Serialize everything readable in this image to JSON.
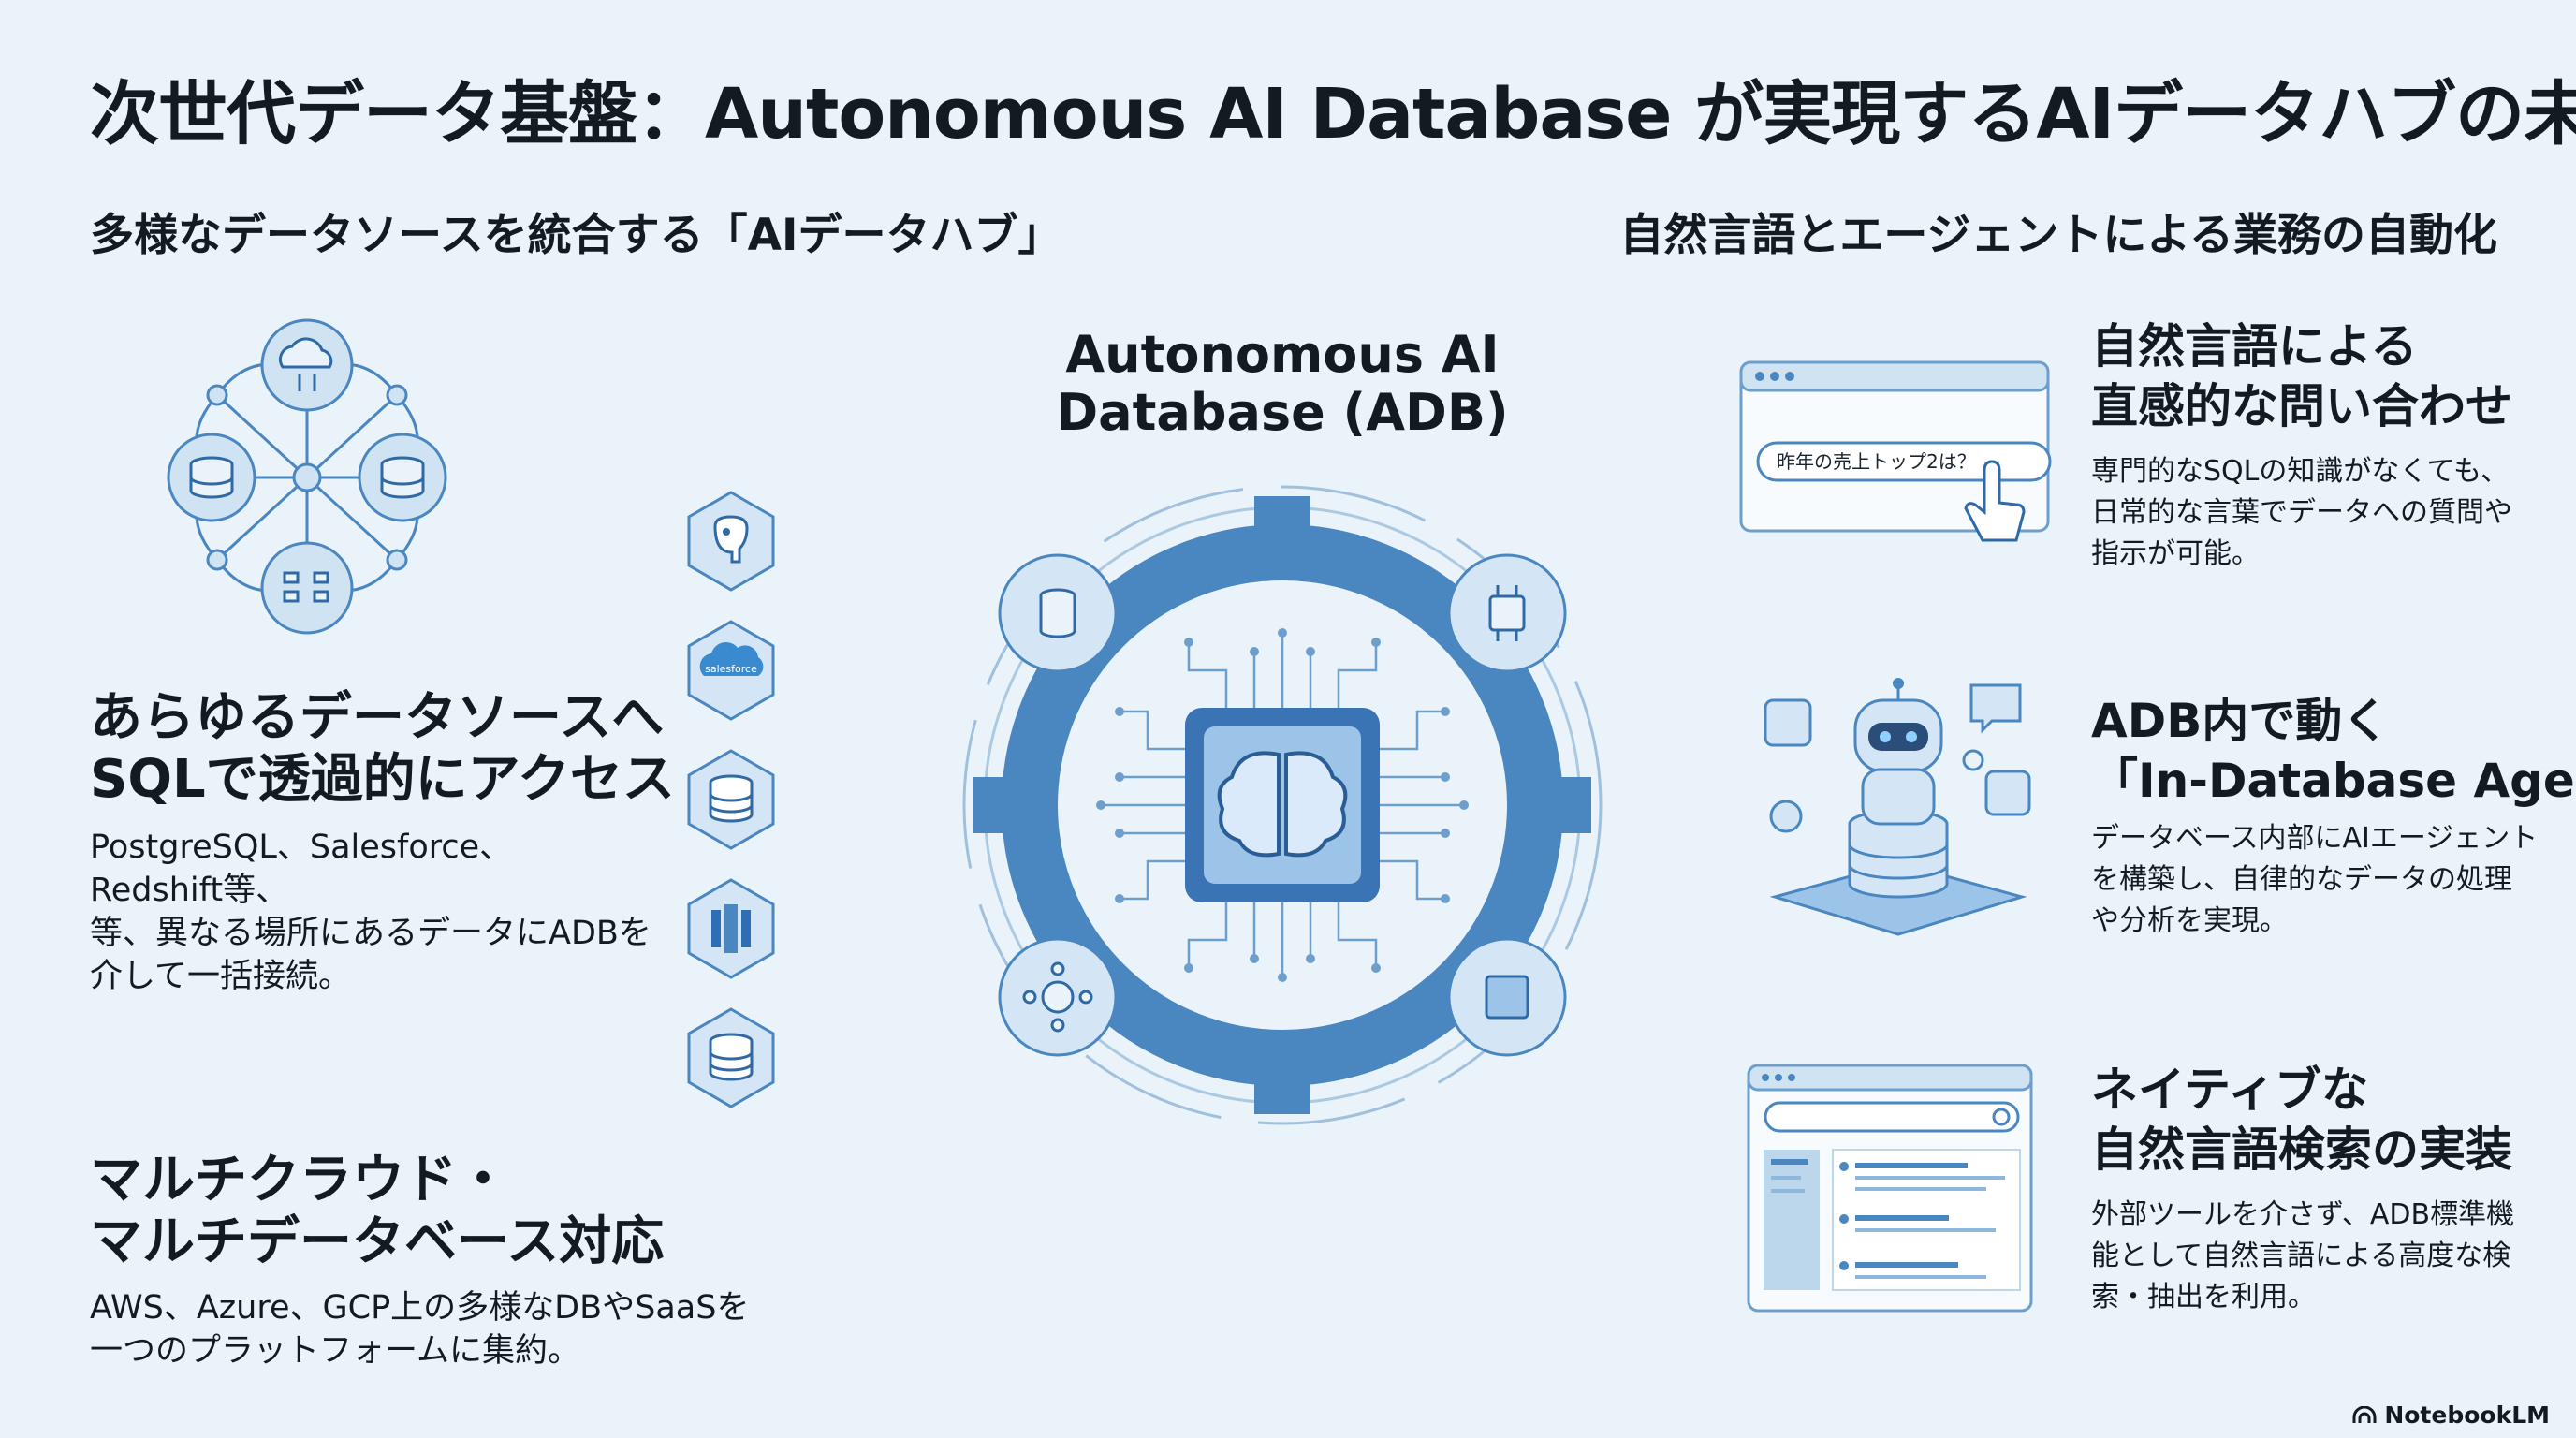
{
  "title": "次世代データ基盤：Autonomous AI Database が実現するAIデータハブの未来",
  "left": {
    "heading": "多様なデータソースを統合する「AIデータハブ」",
    "block1": {
      "title_lines": [
        "あらゆるデータソースへ",
        "SQLで透過的にアクセス"
      ],
      "body_lines": [
        "PostgreSQL、Salesforce、",
        "Redshift等、",
        "等、異なる場所にあるデータにADBを",
        "介して一括接続。"
      ]
    },
    "block2": {
      "title_lines": [
        "マルチクラウド・",
        "マルチデータベース対応"
      ],
      "body_lines": [
        "AWS、Azure、GCP上の多様なDBやSaaSを",
        "一つのプラットフォームに集約。"
      ]
    },
    "hex_icons": [
      "postgresql-icon",
      "salesforce-icon",
      "database-icon",
      "redshift-icon",
      "database-icon"
    ],
    "salesforce_label": "salesforce"
  },
  "center": {
    "title_lines": [
      "Autonomous AI",
      "Database (ADB)"
    ]
  },
  "right": {
    "heading": "自然言語とエージェントによる業務の自動化",
    "feature1": {
      "title_lines": [
        "自然言語による",
        "直感的な問い合わせ"
      ],
      "body_lines": [
        "専門的なSQLの知識がなくても、",
        "日常的な言葉でデータへの質問や",
        "指示が可能。"
      ],
      "query_text": "昨年の売上トップ2は？"
    },
    "feature2": {
      "title_lines": [
        "ADB内で動く",
        "「In-Database Agent」"
      ],
      "body_lines": [
        "データベース内部にAIエージェント",
        "を構築し、自律的なデータの処理",
        "や分析を実現。"
      ]
    },
    "feature3": {
      "title_lines": [
        "ネイティブな",
        "自然言語検索の実装"
      ],
      "body_lines": [
        "外部ツールを介さず、ADB標準機",
        "能として自然言語による高度な検",
        "索・抽出を利用。"
      ]
    }
  },
  "footer": {
    "brand": "NotebookLM"
  },
  "colors": {
    "accent": "#4a86c0",
    "light": "#bcd6ec",
    "dark_text": "#141a22"
  }
}
